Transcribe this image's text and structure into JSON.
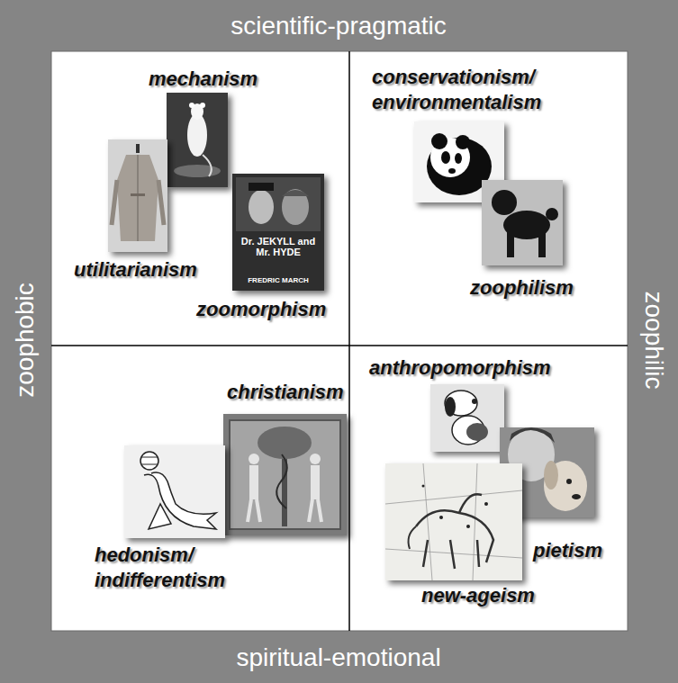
{
  "diagram": {
    "labels": [
      "scientific-pragmatic",
      "zoophobic",
      "zoophilic",
      "spiritual-emotional",
      "mechanism",
      "utilitarianism",
      "zoomorphism",
      "Dr. JEKYLL and Mr. HYDE",
      "FREDRIC MARCH",
      "conservationism/ environmentalism",
      "zoophilism",
      "christianism",
      "hedonism/ indifferentism",
      "anthropomorphism",
      "pietism",
      "new-ageism"
    ]
  }
}
